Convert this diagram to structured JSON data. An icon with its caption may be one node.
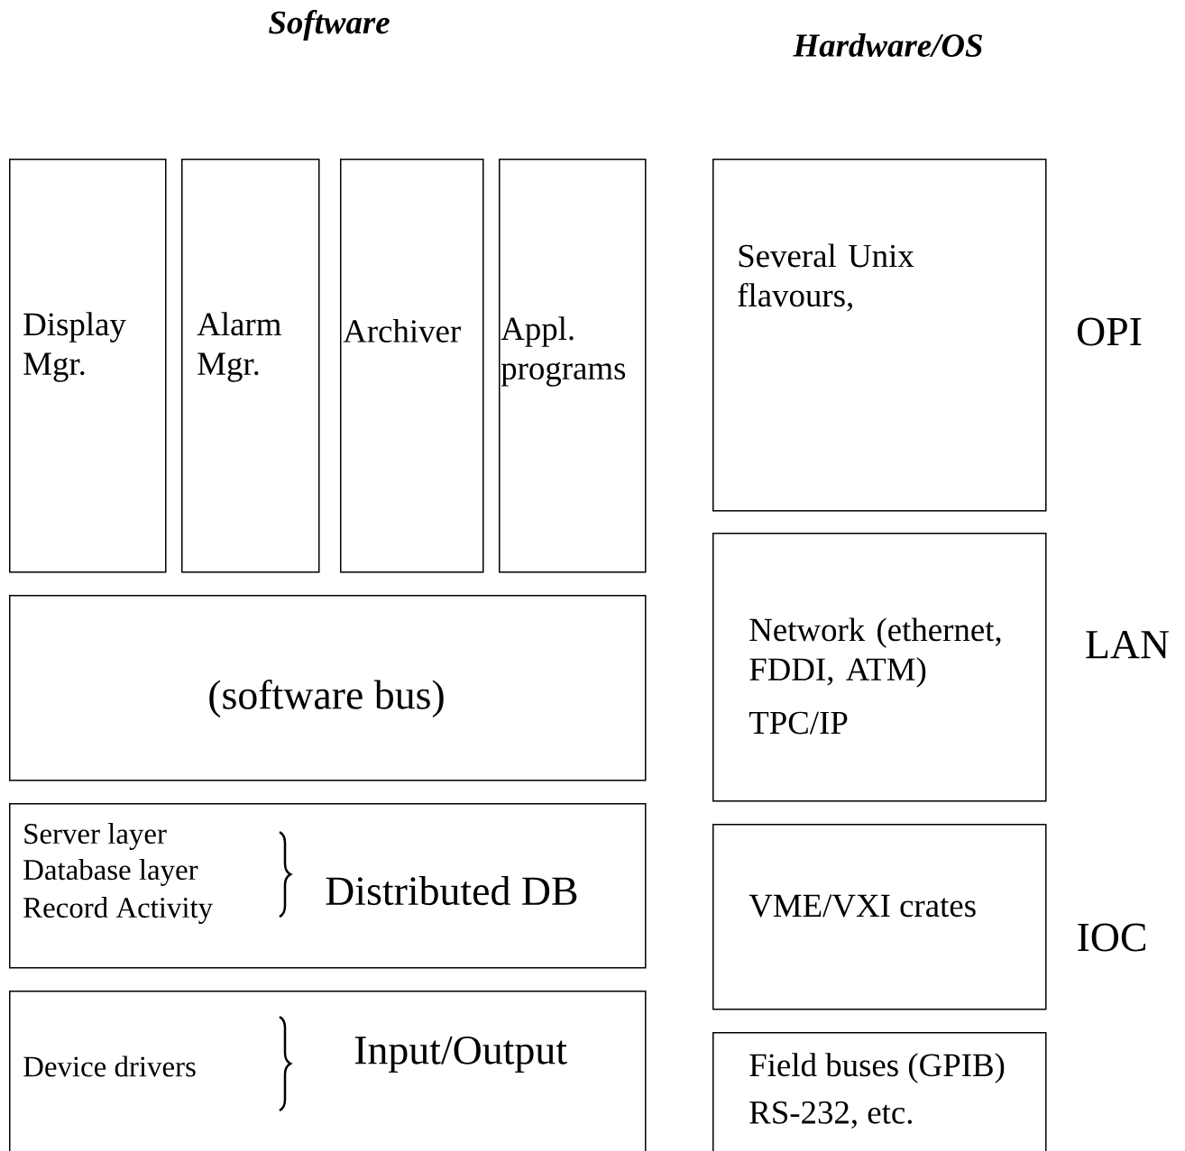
{
  "diagram": {
    "nodes": [
      {
        "text": [
          "Display Mgr."
        ]
      },
      {
        "text": [
          "Alarm Mgr."
        ]
      },
      {
        "text": [
          "Archiver"
        ]
      },
      {
        "text": [
          "Appl. programs"
        ]
      },
      {
        "text": [
          "(software bus)"
        ]
      },
      {
        "text": [
          "Server layer",
          "Database layer",
          "Record Activity",
          "Distributed DB"
        ]
      },
      {
        "text": [
          "Device drivers",
          "Input/Output"
        ]
      },
      {
        "text": [
          "Several Unix flavours,"
        ]
      },
      {
        "text": [
          "Network (ethernet, FDDI, ATM)",
          "TPC/IP"
        ]
      },
      {
        "text": [
          "VME/VXI crates"
        ]
      },
      {
        "text": [
          "Field buses (GPIB)",
          "RS-232, etc."
        ]
      }
    ],
    "edges": [],
    "labels": [
      "Software",
      "Hardware/OS",
      "OPI",
      "LAN",
      "IOC"
    ]
  }
}
